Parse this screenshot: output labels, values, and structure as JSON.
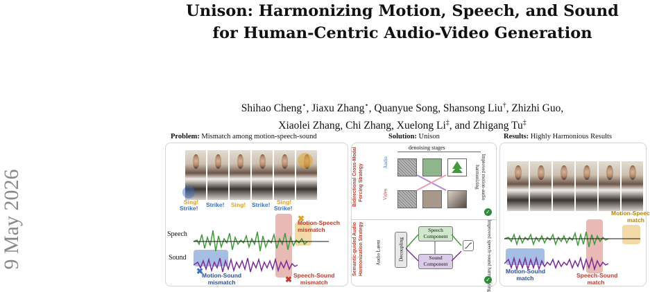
{
  "sidebar": {
    "arxiv_date": "9 May 2026"
  },
  "title": {
    "line1": "Unison: Harmonizing Motion, Speech, and Sound",
    "line2": "for Human-Centric Audio-Video Generation"
  },
  "authors": {
    "a1": "Shihao Cheng",
    "m1": "⋆",
    "a2": "Jiaxu Zhang",
    "m2": "⋆",
    "a3": "Quanyue Song",
    "a4": "Shansong Liu",
    "m4": "†",
    "a5": "Zhizhi Guo",
    "a6": "Xiaolei Zhang",
    "a7": "Chi Zhang",
    "a8": "Xuelong Li",
    "m8": "‡",
    "and": "and",
    "a9": "Zhigang Tu",
    "m9": "‡"
  },
  "figure": {
    "problem": {
      "head_bold": "Problem:",
      "head": "Mismatch among motion-speech-sound",
      "labels": [
        "Sing!",
        "Strike!",
        "Strike!",
        "Sing!",
        "Strike!",
        "Sing!",
        "Strike!"
      ],
      "speech": "Speech",
      "sound": "Sound",
      "motion_speech": "Motion-Speech",
      "mismatch": "mismatch",
      "motion_sound": "Motion-Sound",
      "speech_sound": "Speech-Sound"
    },
    "solution": {
      "head_bold": "Solution:",
      "head": "Unison",
      "denoising": "denoising stages",
      "audio": "Audio",
      "video": "Video",
      "strategy1a": "Bidirectional Cross-Modal",
      "strategy1b": "Forcing Strategy",
      "improved1a": "Improved motion-audio",
      "improved1b": "harmonizing",
      "strategy2a": "Semantic-guided Audio",
      "strategy2b": "Harmonization Strategy",
      "audio_latent": "Audio Latent",
      "decoupling": "Decoupling",
      "speech_comp": "Speech",
      "sound_comp": "Sound",
      "component": "Component",
      "improved2": "Improved speech-sound harmonizing"
    },
    "results": {
      "head_bold": "Results:",
      "head": "Highly Harmonious Results",
      "motion_speech": "Motion-Speech",
      "match": "match",
      "motion_sound": "Motion-Sound",
      "speech_sound": "Speech-Sound"
    }
  },
  "colors": {
    "speech": "#3f9a3a",
    "sound": "#7b2a9a",
    "blue": "#3a6fc4",
    "orange": "#e0a020",
    "red": "#c0392b"
  }
}
